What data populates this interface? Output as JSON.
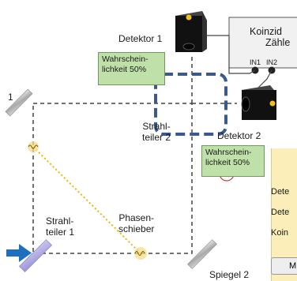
{
  "labels": {
    "detektor1": "Detektor 1",
    "detektor2": "Detektor 2",
    "strahlteiler2": "Strahl-\nteiler 2",
    "strahlteiler1": "Strahl-\nteiler 1",
    "phasenschieber": "Phasen-\nschieber",
    "spiegel1": "1",
    "spiegel2": "Spiegel 2",
    "wahrscheinlichkeit1": "Wahrschein-\nlichkeit 50%",
    "wahrscheinlichkeit2": "Wahrschein-\nlichkeit 50%"
  },
  "counter": {
    "title": "Koinzid",
    "subtitle": "Zähle",
    "in1": "IN1",
    "in2": "IN2"
  },
  "panel": {
    "row1": "Dete",
    "row2": "Dete",
    "row3": "Koin",
    "button": "M"
  },
  "colors": {
    "panel_bg": "#fbeeb8",
    "green_box": "#bfe0a9",
    "dashed_highlight": "#3a5a8c",
    "arrow": "#1f6fc0",
    "beam": "#f0b400"
  }
}
